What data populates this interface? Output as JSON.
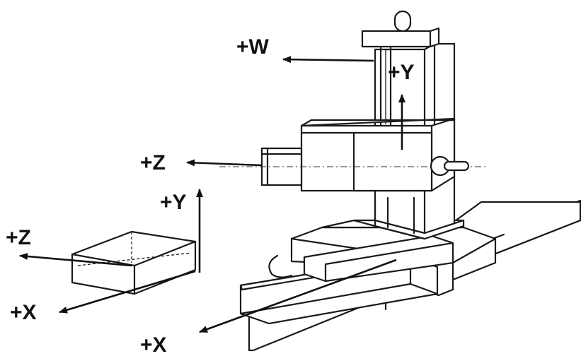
{
  "labels": {
    "w_axis": "+W",
    "y_axis_machine": "+Y",
    "z_axis_machine": "+Z",
    "x_axis_machine": "+X",
    "y_axis_part": "+Y",
    "z_axis_part": "+Z",
    "x_axis_part": "+X"
  },
  "colors": {
    "line": "#1a1a1a",
    "background": "#ffffff"
  }
}
